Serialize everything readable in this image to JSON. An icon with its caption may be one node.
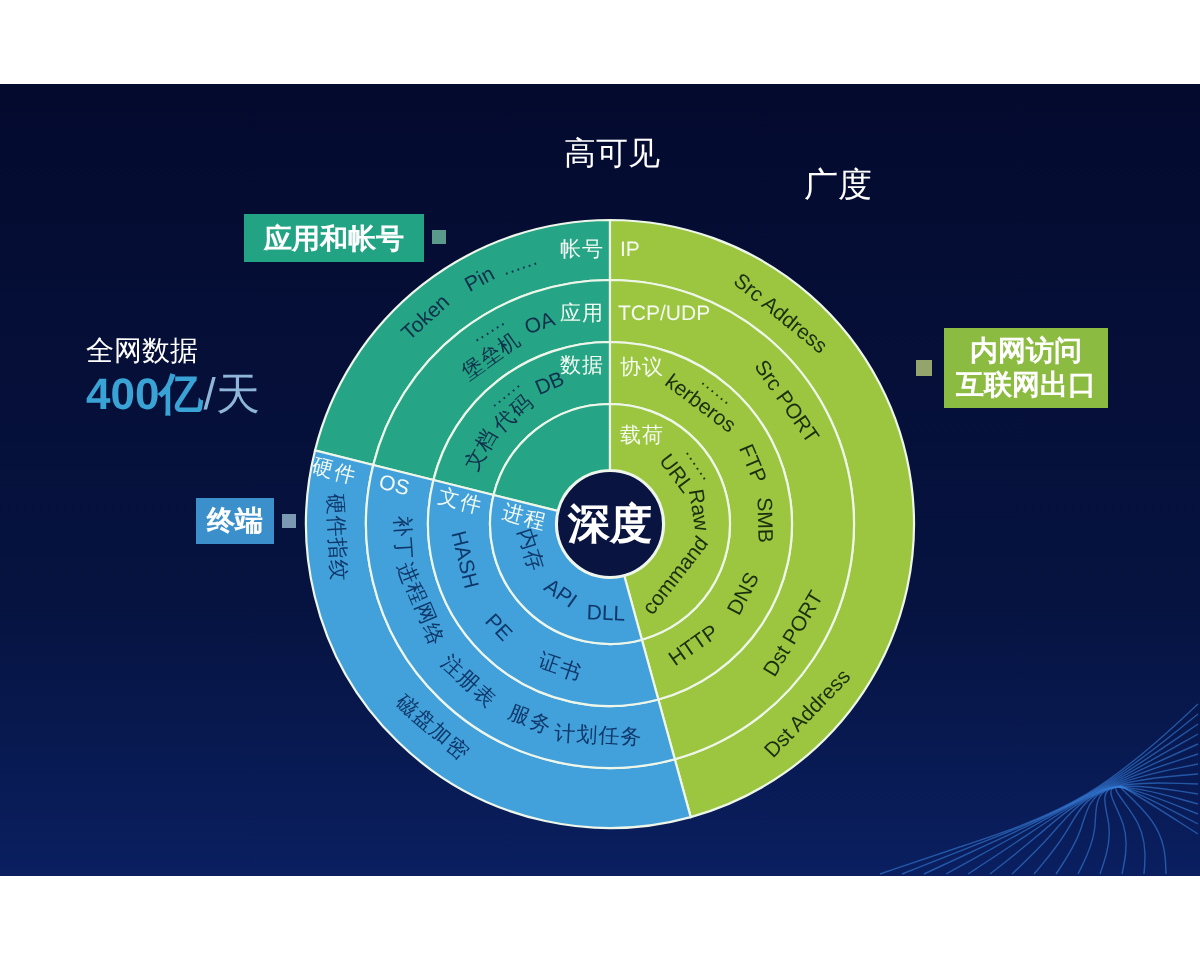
{
  "diagram": {
    "nodes": [
      {
        "text": [
          "应用和帐号"
        ]
      },
      {
        "text": [
          "内网访问",
          "互联网出口"
        ]
      },
      {
        "text": [
          "终端"
        ]
      },
      {
        "text": [
          "深度"
        ]
      },
      {
        "text": [
          "帐号",
          "Token",
          "Pin",
          "......"
        ]
      },
      {
        "text": [
          "应用",
          "堡垒机",
          "......",
          "OA"
        ]
      },
      {
        "text": [
          "数据",
          "文档",
          "......",
          "代码",
          "DB"
        ]
      },
      {
        "text": [],
        "shape": "sector"
      },
      {
        "text": [
          "IP",
          "Src Address",
          "Dst Address"
        ]
      },
      {
        "text": [
          "TCP/UDP",
          "Src PORT",
          "Dst PORT"
        ]
      },
      {
        "text": [
          "协议",
          "......",
          "kerberos",
          "FTP",
          "SMB",
          "DNS",
          "HTTP"
        ]
      },
      {
        "text": [
          "载荷",
          "......",
          "URL",
          "Raw",
          "command"
        ]
      },
      {
        "text": [
          "硬件",
          "硬件指纹",
          "磁盘加密"
        ]
      },
      {
        "text": [
          "OS",
          "补丁",
          "进程网络",
          "注册表",
          "服务",
          "计划任务"
        ]
      },
      {
        "text": [
          "文件",
          "HASH",
          "PE",
          "证书"
        ]
      },
      {
        "text": [
          "进程",
          "内存",
          "API",
          "DLL"
        ]
      }
    ],
    "labels": [
      "高可见",
      "广度",
      "全网数据",
      "**400亿**/天"
    ]
  }
}
